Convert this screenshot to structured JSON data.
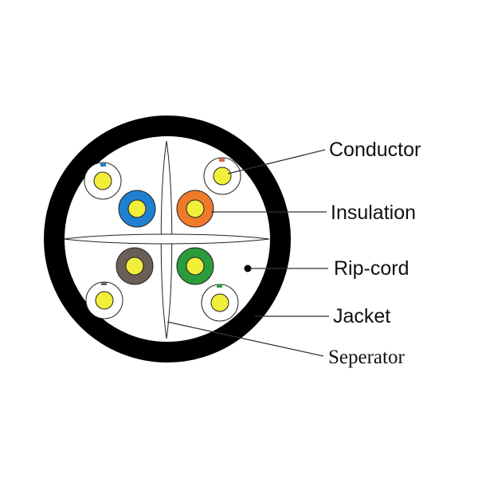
{
  "labels": {
    "conductor": "Conductor",
    "insulation": "Insulation",
    "rip_cord": "Rip-cord",
    "jacket": "Jacket",
    "separator": "Seperator"
  },
  "colors": {
    "jacket": "#000000",
    "conductor": "#f2ef3a",
    "pairs": {
      "blue": "#1f7fd0",
      "orange": "#ee7a2a",
      "brown": "#6b5e58",
      "green": "#2c9b3c"
    },
    "stripes": {
      "blue": "#1f7fd0",
      "orange": "#e0624a",
      "brown": "#6b5e58",
      "green": "#2c9b3c"
    }
  }
}
